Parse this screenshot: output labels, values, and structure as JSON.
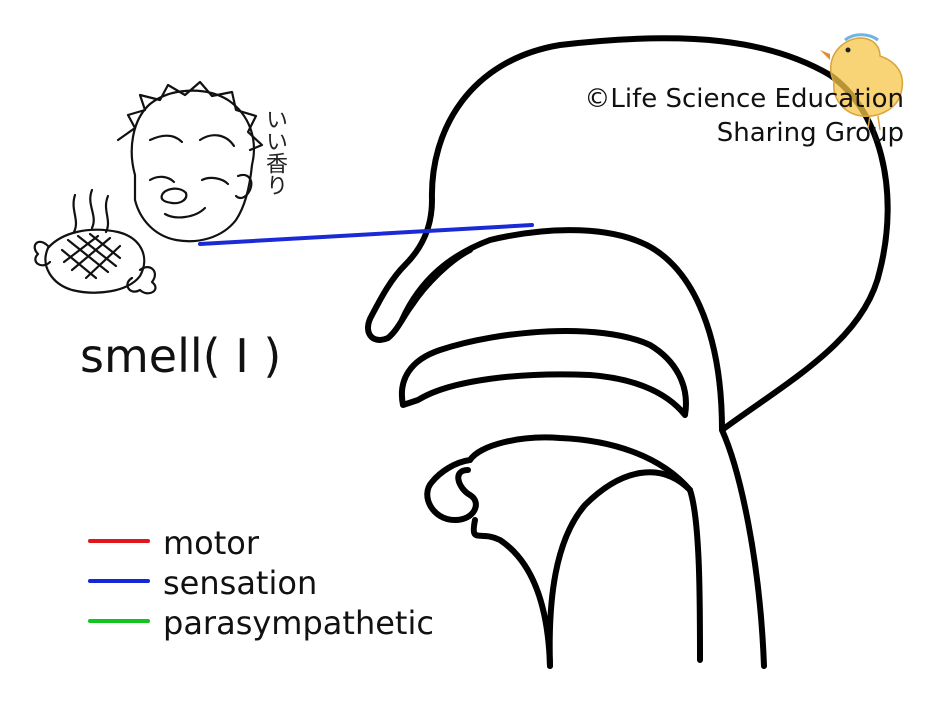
{
  "title": "smell( I )",
  "copyright": {
    "line1": "©Life Science Education",
    "line2": "Sharing Group"
  },
  "caption_jp": "いい香り",
  "legend": [
    {
      "label": "motor",
      "color": "#e0161a"
    },
    {
      "label": "sensation",
      "color": "#1326d8"
    },
    {
      "label": "parasympathetic",
      "color": "#12c41e"
    }
  ],
  "nerve_color": "#1a2ad6",
  "illustrations": [
    "head-outline",
    "boy-face",
    "roasted-meat",
    "chick-mascot"
  ]
}
